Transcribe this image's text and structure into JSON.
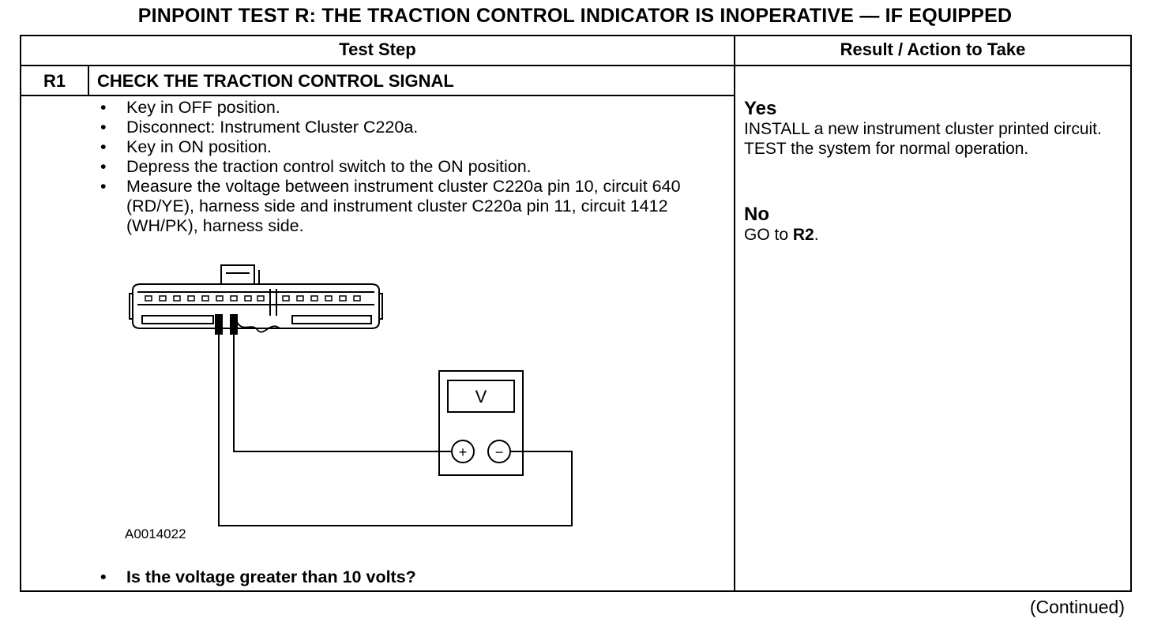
{
  "title": "PINPOINT TEST R: THE TRACTION CONTROL INDICATOR IS INOPERATIVE — IF EQUIPPED",
  "headers": {
    "test_step": "Test Step",
    "result_action": "Result / Action to Take"
  },
  "step": {
    "id": "R1",
    "title": "CHECK THE TRACTION CONTROL SIGNAL",
    "instructions": [
      "Key in OFF position.",
      "Disconnect: Instrument Cluster C220a.",
      "Key in ON position.",
      "Depress the traction control switch to the ON position.",
      "Measure the voltage between instrument cluster C220a pin 10, circuit 640 (RD/YE), harness side and instrument cluster C220a pin 11, circuit 1412 (WH/PK), harness side."
    ],
    "figure": {
      "meter_label": "V",
      "plus": "+",
      "minus": "−",
      "figure_id": "A0014022"
    },
    "question": "Is the voltage greater than 10 volts?"
  },
  "results": [
    {
      "answer": "Yes",
      "action": "INSTALL a new instrument cluster printed circuit.  TEST the system for normal operation."
    },
    {
      "answer": "No",
      "action_prefix": "GO to ",
      "action_ref": "R2",
      "action_suffix": "."
    }
  ],
  "footer": "(Continued)"
}
